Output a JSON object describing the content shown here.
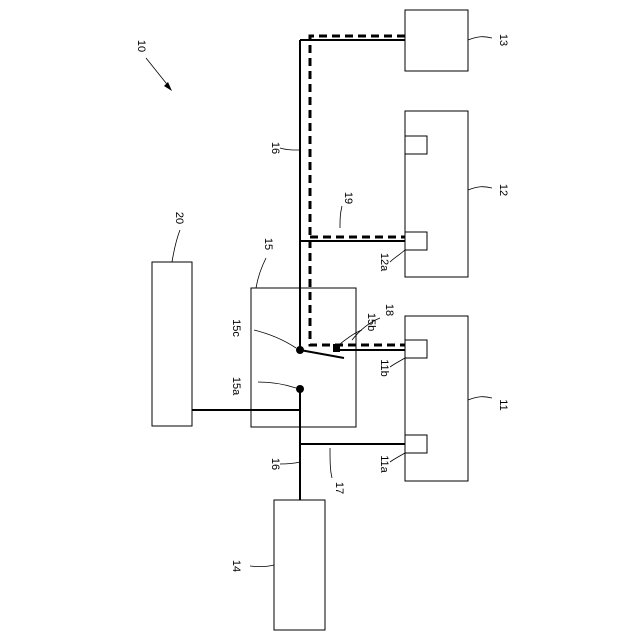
{
  "figure": {
    "system_label": "10",
    "labels": {
      "unit_11": "11",
      "unit_11a": "11a",
      "unit_11b": "11b",
      "unit_12": "12",
      "unit_12a": "12a",
      "unit_13": "13",
      "unit_14": "14",
      "unit_15": "15",
      "unit_15a": "15a",
      "unit_15b": "15b",
      "unit_15c": "15c",
      "line_16_top": "16",
      "line_16_bottom": "16",
      "line_17": "17",
      "line_18": "18",
      "line_19": "19",
      "unit_20": "20"
    }
  }
}
